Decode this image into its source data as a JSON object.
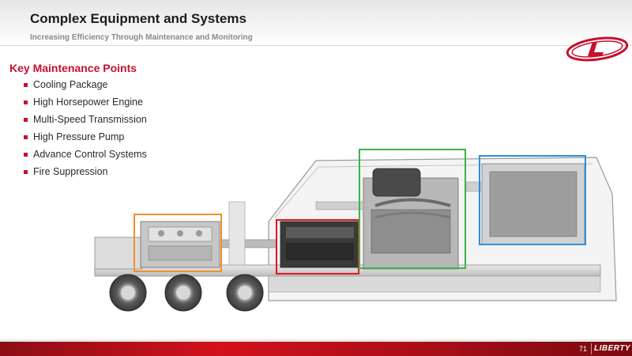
{
  "header": {
    "title": "Complex Equipment and Systems",
    "subtitle": "Increasing Efficiency Through Maintenance and Monitoring"
  },
  "logo": {
    "icon": "liberty-logo-icon",
    "letter": "L"
  },
  "section": {
    "heading": "Key Maintenance Points",
    "items": [
      "Cooling Package",
      "High Horsepower Engine",
      "Multi-Speed Transmission",
      "High Pressure Pump",
      "Advance Control Systems",
      "Fire Suppression"
    ]
  },
  "colors": {
    "accent": "#c8102e",
    "orange_box": "#f0902a",
    "red_box": "#e0161e",
    "green_box": "#3db34a",
    "blue_box": "#2c8fd9"
  },
  "footer": {
    "page_number": "71",
    "brand": "LIBERTY"
  }
}
